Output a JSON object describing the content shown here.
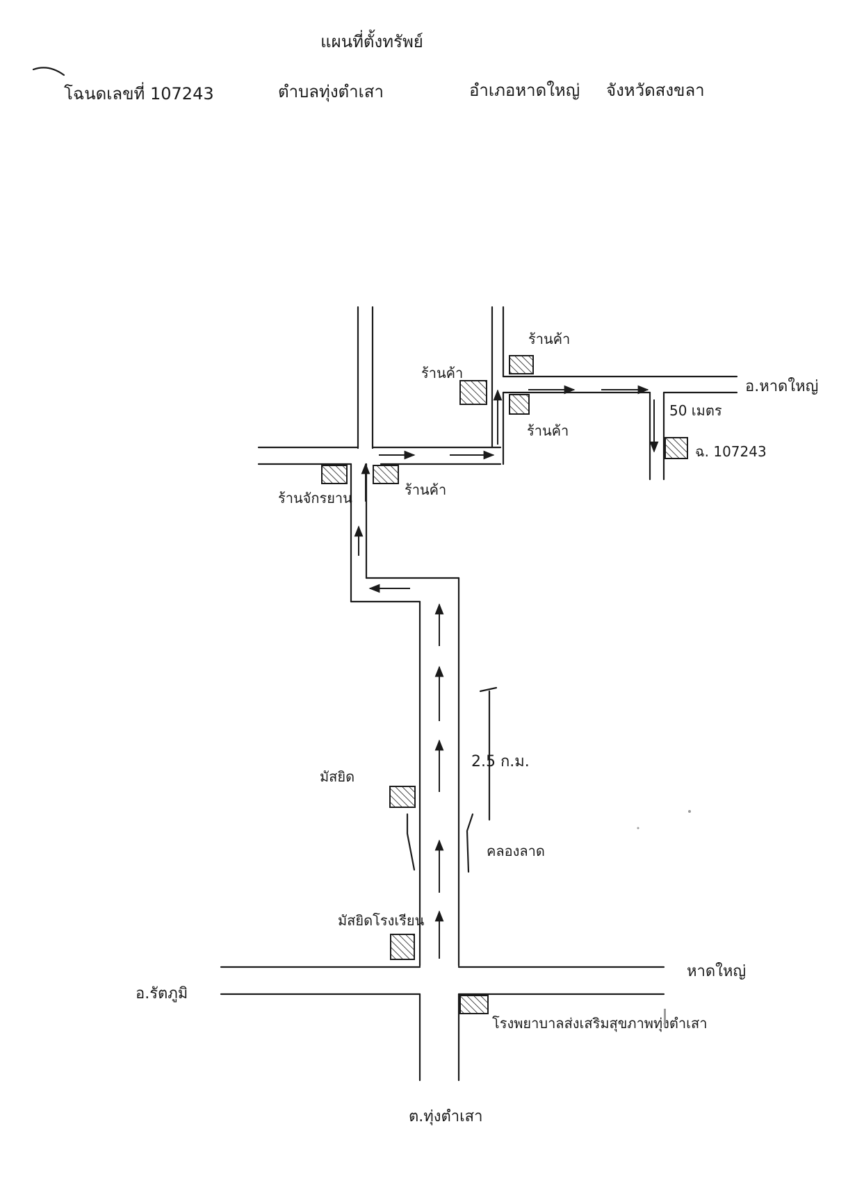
{
  "document": {
    "title": "แผนที่ตั้งทรัพย์",
    "header_line": {
      "deed": "โฉนดเลขที่ 107243",
      "subdistrict": "ตำบลทุ่งตำเสา",
      "district": "อำเภอหาดใหญ่",
      "province": "จังหวัดสงขลา"
    }
  },
  "map": {
    "labels": {
      "shop_top": "ร้านค้า",
      "shop_left_upper": "ร้านค้า",
      "shop_right_upper": "ร้านค้า",
      "to_hatyai_top": "อ.หาดใหญ่",
      "distance_50m": "50 เมตร",
      "property": "ฉ. 107243",
      "shop_cross": "ร้านค้า",
      "bicycle_shop": "ร้านจักรยาน",
      "mosque": "มัสยิด",
      "distance_road": "2.5 ก.ม.",
      "canal": "คลองลาด",
      "school": "มัสยิดโรงเรียน",
      "to_rattaphum": "อ.รัตภูมิ",
      "to_hatyai_bottom": "หาดใหญ่",
      "bottom_right_place": "โรงพยาบาลส่งเสริมสุขภาพทุ่งตำเสา",
      "to_tungtamsao": "ต.ทุ่งตำเสา"
    }
  }
}
